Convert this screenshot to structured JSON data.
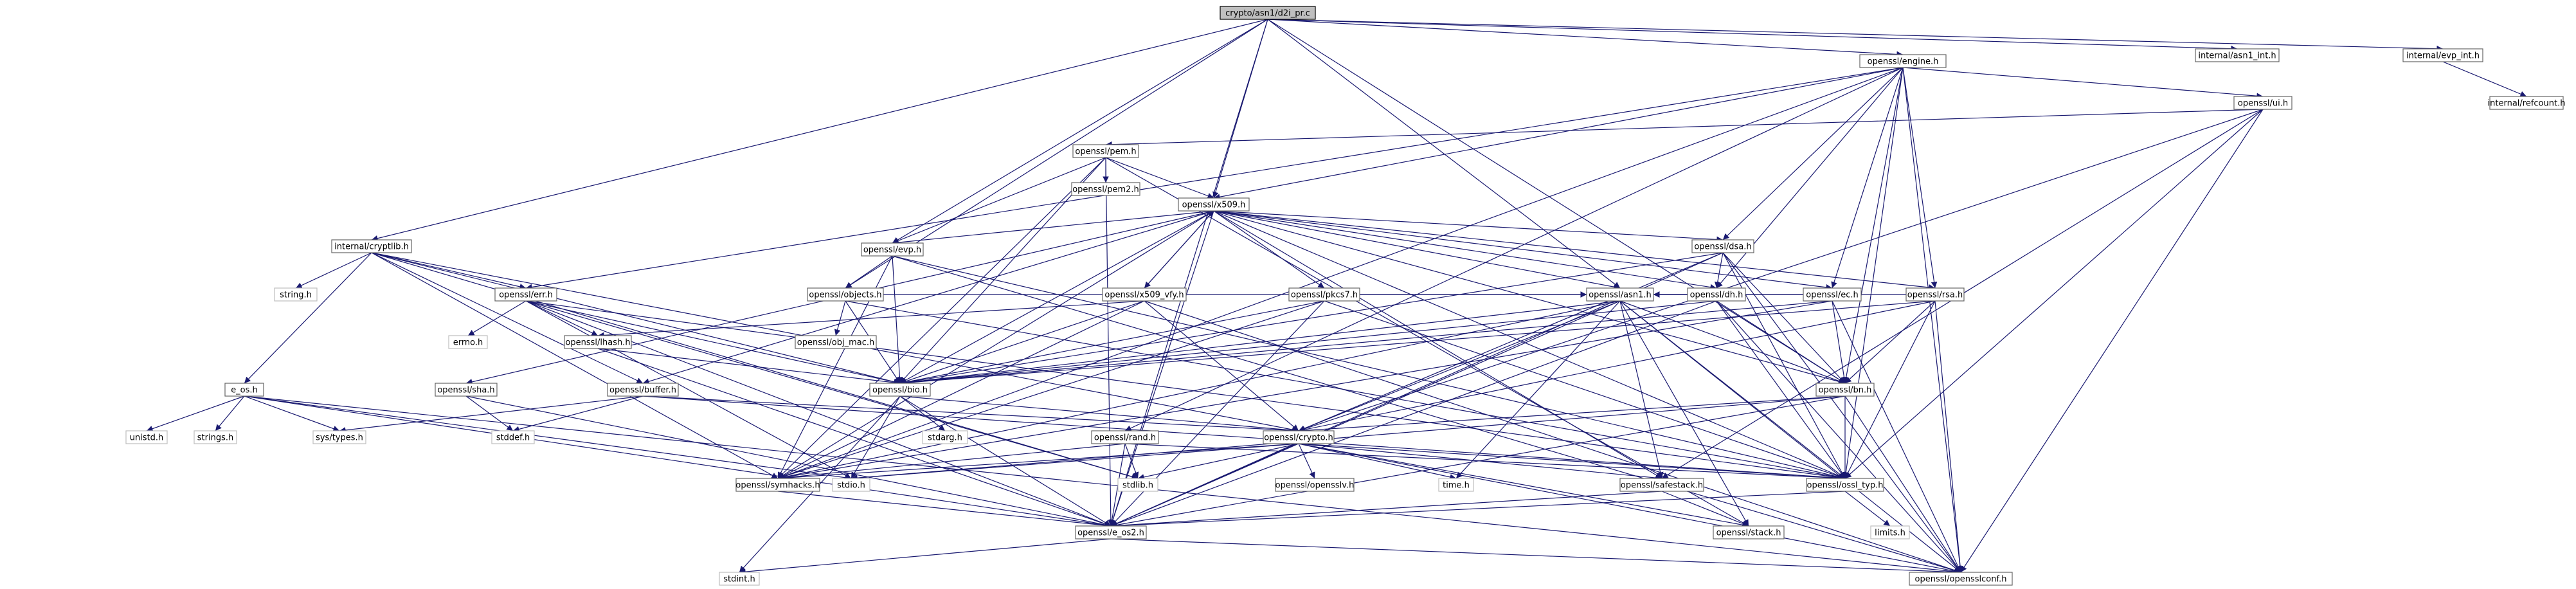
{
  "title": "crypto/asn1/d2i_pr.c",
  "nodes": [
    {
      "id": "root",
      "label": "crypto/asn1/d2i_pr.c",
      "kind": "root"
    },
    {
      "id": "engine",
      "label": "openssl/engine.h",
      "kind": "linked"
    },
    {
      "id": "asn1int",
      "label": "internal/asn1_int.h",
      "kind": "linked"
    },
    {
      "id": "evpint",
      "label": "internal/evp_int.h",
      "kind": "linked"
    },
    {
      "id": "refcount",
      "label": "internal/refcount.h",
      "kind": "linked"
    },
    {
      "id": "ui",
      "label": "openssl/ui.h",
      "kind": "linked"
    },
    {
      "id": "pem",
      "label": "openssl/pem.h",
      "kind": "linked"
    },
    {
      "id": "pem2",
      "label": "openssl/pem2.h",
      "kind": "linked"
    },
    {
      "id": "x509",
      "label": "openssl/x509.h",
      "kind": "linked"
    },
    {
      "id": "evp",
      "label": "openssl/evp.h",
      "kind": "linked"
    },
    {
      "id": "cryptlib",
      "label": "internal/cryptlib.h",
      "kind": "linked"
    },
    {
      "id": "stringh",
      "label": "string.h",
      "kind": "plain"
    },
    {
      "id": "err",
      "label": "openssl/err.h",
      "kind": "linked"
    },
    {
      "id": "objects",
      "label": "openssl/objects.h",
      "kind": "linked"
    },
    {
      "id": "objmac",
      "label": "openssl/obj_mac.h",
      "kind": "linked"
    },
    {
      "id": "errno",
      "label": "errno.h",
      "kind": "plain"
    },
    {
      "id": "lhash",
      "label": "openssl/lhash.h",
      "kind": "linked"
    },
    {
      "id": "x509vfy",
      "label": "openssl/x509_vfy.h",
      "kind": "linked"
    },
    {
      "id": "pkcs7",
      "label": "openssl/pkcs7.h",
      "kind": "linked"
    },
    {
      "id": "dsa",
      "label": "openssl/dsa.h",
      "kind": "linked"
    },
    {
      "id": "dh",
      "label": "openssl/dh.h",
      "kind": "linked"
    },
    {
      "id": "ec",
      "label": "openssl/ec.h",
      "kind": "linked"
    },
    {
      "id": "rsa",
      "label": "openssl/rsa.h",
      "kind": "linked"
    },
    {
      "id": "asn1",
      "label": "openssl/asn1.h",
      "kind": "linked"
    },
    {
      "id": "eos",
      "label": "e_os.h",
      "kind": "linked"
    },
    {
      "id": "sha",
      "label": "openssl/sha.h",
      "kind": "linked"
    },
    {
      "id": "buffer",
      "label": "openssl/buffer.h",
      "kind": "linked"
    },
    {
      "id": "bio",
      "label": "openssl/bio.h",
      "kind": "linked"
    },
    {
      "id": "bn",
      "label": "openssl/bn.h",
      "kind": "linked"
    },
    {
      "id": "unistd",
      "label": "unistd.h",
      "kind": "plain"
    },
    {
      "id": "strings",
      "label": "strings.h",
      "kind": "plain"
    },
    {
      "id": "systypes",
      "label": "sys/types.h",
      "kind": "plain"
    },
    {
      "id": "stddef",
      "label": "stddef.h",
      "kind": "plain"
    },
    {
      "id": "stdarg",
      "label": "stdarg.h",
      "kind": "plain"
    },
    {
      "id": "rand",
      "label": "openssl/rand.h",
      "kind": "linked"
    },
    {
      "id": "crypto",
      "label": "openssl/crypto.h",
      "kind": "linked"
    },
    {
      "id": "symhacks",
      "label": "openssl/symhacks.h",
      "kind": "linked"
    },
    {
      "id": "stdio",
      "label": "stdio.h",
      "kind": "plain"
    },
    {
      "id": "stdlib",
      "label": "stdlib.h",
      "kind": "plain"
    },
    {
      "id": "opensslv",
      "label": "openssl/opensslv.h",
      "kind": "linked"
    },
    {
      "id": "timeh",
      "label": "time.h",
      "kind": "plain"
    },
    {
      "id": "safestack",
      "label": "openssl/safestack.h",
      "kind": "linked"
    },
    {
      "id": "ossltyp",
      "label": "openssl/ossl_typ.h",
      "kind": "linked"
    },
    {
      "id": "limits",
      "label": "limits.h",
      "kind": "plain"
    },
    {
      "id": "eos2",
      "label": "openssl/e_os2.h",
      "kind": "linked"
    },
    {
      "id": "stack",
      "label": "openssl/stack.h",
      "kind": "linked"
    },
    {
      "id": "stdint",
      "label": "stdint.h",
      "kind": "plain"
    },
    {
      "id": "opensslconf",
      "label": "openssl/opensslconf.h",
      "kind": "linked"
    }
  ],
  "edges": [
    [
      "root",
      "engine"
    ],
    [
      "root",
      "asn1int"
    ],
    [
      "root",
      "evpint"
    ],
    [
      "root",
      "x509"
    ],
    [
      "root",
      "evp"
    ],
    [
      "root",
      "cryptlib"
    ],
    [
      "root",
      "objects"
    ],
    [
      "root",
      "asn1"
    ],
    [
      "root",
      "bn"
    ],
    [
      "root",
      "eos2"
    ],
    [
      "evpint",
      "refcount"
    ],
    [
      "engine",
      "ui"
    ],
    [
      "engine",
      "x509"
    ],
    [
      "engine",
      "dsa"
    ],
    [
      "engine",
      "dh"
    ],
    [
      "engine",
      "ec"
    ],
    [
      "engine",
      "rsa"
    ],
    [
      "engine",
      "err"
    ],
    [
      "engine",
      "rand"
    ],
    [
      "engine",
      "bn"
    ],
    [
      "engine",
      "symhacks"
    ],
    [
      "engine",
      "ossltyp"
    ],
    [
      "engine",
      "opensslconf"
    ],
    [
      "ui",
      "pem"
    ],
    [
      "ui",
      "crypto"
    ],
    [
      "ui",
      "safestack"
    ],
    [
      "ui",
      "ossltyp"
    ],
    [
      "ui",
      "opensslconf"
    ],
    [
      "pem",
      "pem2"
    ],
    [
      "pem",
      "x509"
    ],
    [
      "pem",
      "evp"
    ],
    [
      "pem",
      "bio"
    ],
    [
      "pem",
      "symhacks"
    ],
    [
      "pem",
      "eos2"
    ],
    [
      "pem",
      "stack"
    ],
    [
      "x509",
      "evp"
    ],
    [
      "x509",
      "x509vfy"
    ],
    [
      "x509",
      "pkcs7"
    ],
    [
      "x509",
      "dsa"
    ],
    [
      "x509",
      "dh"
    ],
    [
      "x509",
      "ec"
    ],
    [
      "x509",
      "rsa"
    ],
    [
      "x509",
      "asn1"
    ],
    [
      "x509",
      "bio"
    ],
    [
      "x509",
      "buffer"
    ],
    [
      "x509",
      "sha"
    ],
    [
      "x509",
      "symhacks"
    ],
    [
      "x509",
      "safestack"
    ],
    [
      "x509",
      "ossltyp"
    ],
    [
      "x509",
      "bn"
    ],
    [
      "x509",
      "eos2"
    ],
    [
      "evp",
      "objects"
    ],
    [
      "evp",
      "bio"
    ],
    [
      "evp",
      "symhacks"
    ],
    [
      "evp",
      "ossltyp"
    ],
    [
      "evp",
      "opensslconf"
    ],
    [
      "cryptlib",
      "stringh"
    ],
    [
      "cryptlib",
      "err"
    ],
    [
      "cryptlib",
      "eos"
    ],
    [
      "cryptlib",
      "buffer"
    ],
    [
      "cryptlib",
      "bio"
    ],
    [
      "cryptlib",
      "crypto"
    ],
    [
      "cryptlib",
      "stdlib"
    ],
    [
      "cryptlib",
      "symhacks"
    ],
    [
      "err",
      "errno"
    ],
    [
      "err",
      "lhash"
    ],
    [
      "err",
      "bio"
    ],
    [
      "err",
      "stdio"
    ],
    [
      "err",
      "stdlib"
    ],
    [
      "err",
      "eos2"
    ],
    [
      "err",
      "ossltyp"
    ],
    [
      "objects",
      "objmac"
    ],
    [
      "objects",
      "bio"
    ],
    [
      "objects",
      "asn1"
    ],
    [
      "objects",
      "ossltyp"
    ],
    [
      "lhash",
      "bio"
    ],
    [
      "lhash",
      "eos2"
    ],
    [
      "x509vfy",
      "x509"
    ],
    [
      "x509vfy",
      "lhash"
    ],
    [
      "x509vfy",
      "bio"
    ],
    [
      "x509vfy",
      "crypto"
    ],
    [
      "x509vfy",
      "symhacks"
    ],
    [
      "x509vfy",
      "opensslconf"
    ],
    [
      "pkcs7",
      "asn1"
    ],
    [
      "pkcs7",
      "bio"
    ],
    [
      "pkcs7",
      "symhacks"
    ],
    [
      "pkcs7",
      "eos2"
    ],
    [
      "pkcs7",
      "ossltyp"
    ],
    [
      "dsa",
      "dh"
    ],
    [
      "dsa",
      "bio"
    ],
    [
      "dsa",
      "crypto"
    ],
    [
      "dsa",
      "bn"
    ],
    [
      "dsa",
      "ossltyp"
    ],
    [
      "dsa",
      "eos2"
    ],
    [
      "dsa",
      "opensslconf"
    ],
    [
      "dh",
      "asn1"
    ],
    [
      "dh",
      "bio"
    ],
    [
      "dh",
      "bn"
    ],
    [
      "dh",
      "ossltyp"
    ],
    [
      "dh",
      "eos2"
    ],
    [
      "dh",
      "opensslconf"
    ],
    [
      "ec",
      "asn1"
    ],
    [
      "ec",
      "bio"
    ],
    [
      "ec",
      "bn"
    ],
    [
      "ec",
      "symhacks"
    ],
    [
      "ec",
      "opensslconf"
    ],
    [
      "rsa",
      "asn1"
    ],
    [
      "rsa",
      "bio"
    ],
    [
      "rsa",
      "crypto"
    ],
    [
      "rsa",
      "bn"
    ],
    [
      "rsa",
      "ossltyp"
    ],
    [
      "rsa",
      "opensslconf"
    ],
    [
      "asn1",
      "bio"
    ],
    [
      "asn1",
      "bn"
    ],
    [
      "asn1",
      "crypto"
    ],
    [
      "asn1",
      "safestack"
    ],
    [
      "asn1",
      "stack"
    ],
    [
      "asn1",
      "ossltyp"
    ],
    [
      "asn1",
      "symhacks"
    ],
    [
      "asn1",
      "timeh"
    ],
    [
      "asn1",
      "eos2"
    ],
    [
      "asn1",
      "opensslconf"
    ],
    [
      "eos",
      "unistd"
    ],
    [
      "eos",
      "strings"
    ],
    [
      "eos",
      "systypes"
    ],
    [
      "eos",
      "stdio"
    ],
    [
      "eos",
      "eos2"
    ],
    [
      "eos",
      "opensslconf"
    ],
    [
      "sha",
      "stddef"
    ],
    [
      "sha",
      "eos2"
    ],
    [
      "buffer",
      "stddef"
    ],
    [
      "buffer",
      "systypes"
    ],
    [
      "buffer",
      "crypto"
    ],
    [
      "buffer",
      "ossltyp"
    ],
    [
      "bio",
      "stdio"
    ],
    [
      "bio",
      "stdarg"
    ],
    [
      "bio",
      "crypto"
    ],
    [
      "bio",
      "eos2"
    ],
    [
      "bio",
      "stdint"
    ],
    [
      "bn",
      "crypto"
    ],
    [
      "bn",
      "ossltyp"
    ],
    [
      "bn",
      "eos2"
    ],
    [
      "bn",
      "stdio"
    ],
    [
      "bn",
      "opensslconf"
    ],
    [
      "rand",
      "stdlib"
    ],
    [
      "rand",
      "ossltyp"
    ],
    [
      "rand",
      "eos2"
    ],
    [
      "rand",
      "symhacks"
    ],
    [
      "crypto",
      "stdlib"
    ],
    [
      "crypto",
      "stdio"
    ],
    [
      "crypto",
      "opensslv"
    ],
    [
      "crypto",
      "timeh"
    ],
    [
      "crypto",
      "safestack"
    ],
    [
      "crypto",
      "ossltyp"
    ],
    [
      "crypto",
      "symhacks"
    ],
    [
      "crypto",
      "eos2"
    ],
    [
      "crypto",
      "stack"
    ],
    [
      "crypto",
      "opensslconf"
    ],
    [
      "symhacks",
      "eos2"
    ],
    [
      "safestack",
      "stack"
    ],
    [
      "safestack",
      "eos2"
    ],
    [
      "ossltyp",
      "limits"
    ],
    [
      "ossltyp",
      "eos2"
    ],
    [
      "eos2",
      "stdint"
    ],
    [
      "eos2",
      "opensslconf"
    ]
  ]
}
